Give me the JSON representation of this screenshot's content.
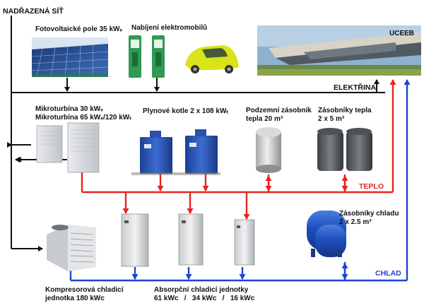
{
  "labels": {
    "grid": "NADŘAZENÁ SÍŤ",
    "pv": "Fotovoltaické pole 35 kWₑ",
    "ev": "Nabíjení elektromobilů",
    "building": "UCEEB",
    "electricity": "ELEKTŘINA",
    "microturbine_1": "Mikroturbína 30 kWₑ",
    "microturbine_2": "Mikroturbína 65 kWₑ/120 kWₜ",
    "boilers": "Plynové kotle 2 x 108 kWₜ",
    "underground_1": "Podzemní zásobník",
    "underground_2": "tepla 20 m³",
    "heat_tanks_1": "Zásobníky tepla",
    "heat_tanks_2": "2 x 5 m³",
    "heat": "TEPLO",
    "cold_tanks_1": "Zásobníky chladu",
    "cold_tanks_2": "2 x 2.5 m³",
    "cold": "CHLAD",
    "compressor_1": "Kompresorová chladicí",
    "compressor_2": "jednotka 180 kWc",
    "absorption_1": "Absorpční chladicí jednotky",
    "absorption_2": "61 kWc   /   34 kWc   /   16 kWc"
  },
  "colors": {
    "electric_line": "#111111",
    "heat_line": "#e8231f",
    "cold_line": "#1f43d6"
  }
}
